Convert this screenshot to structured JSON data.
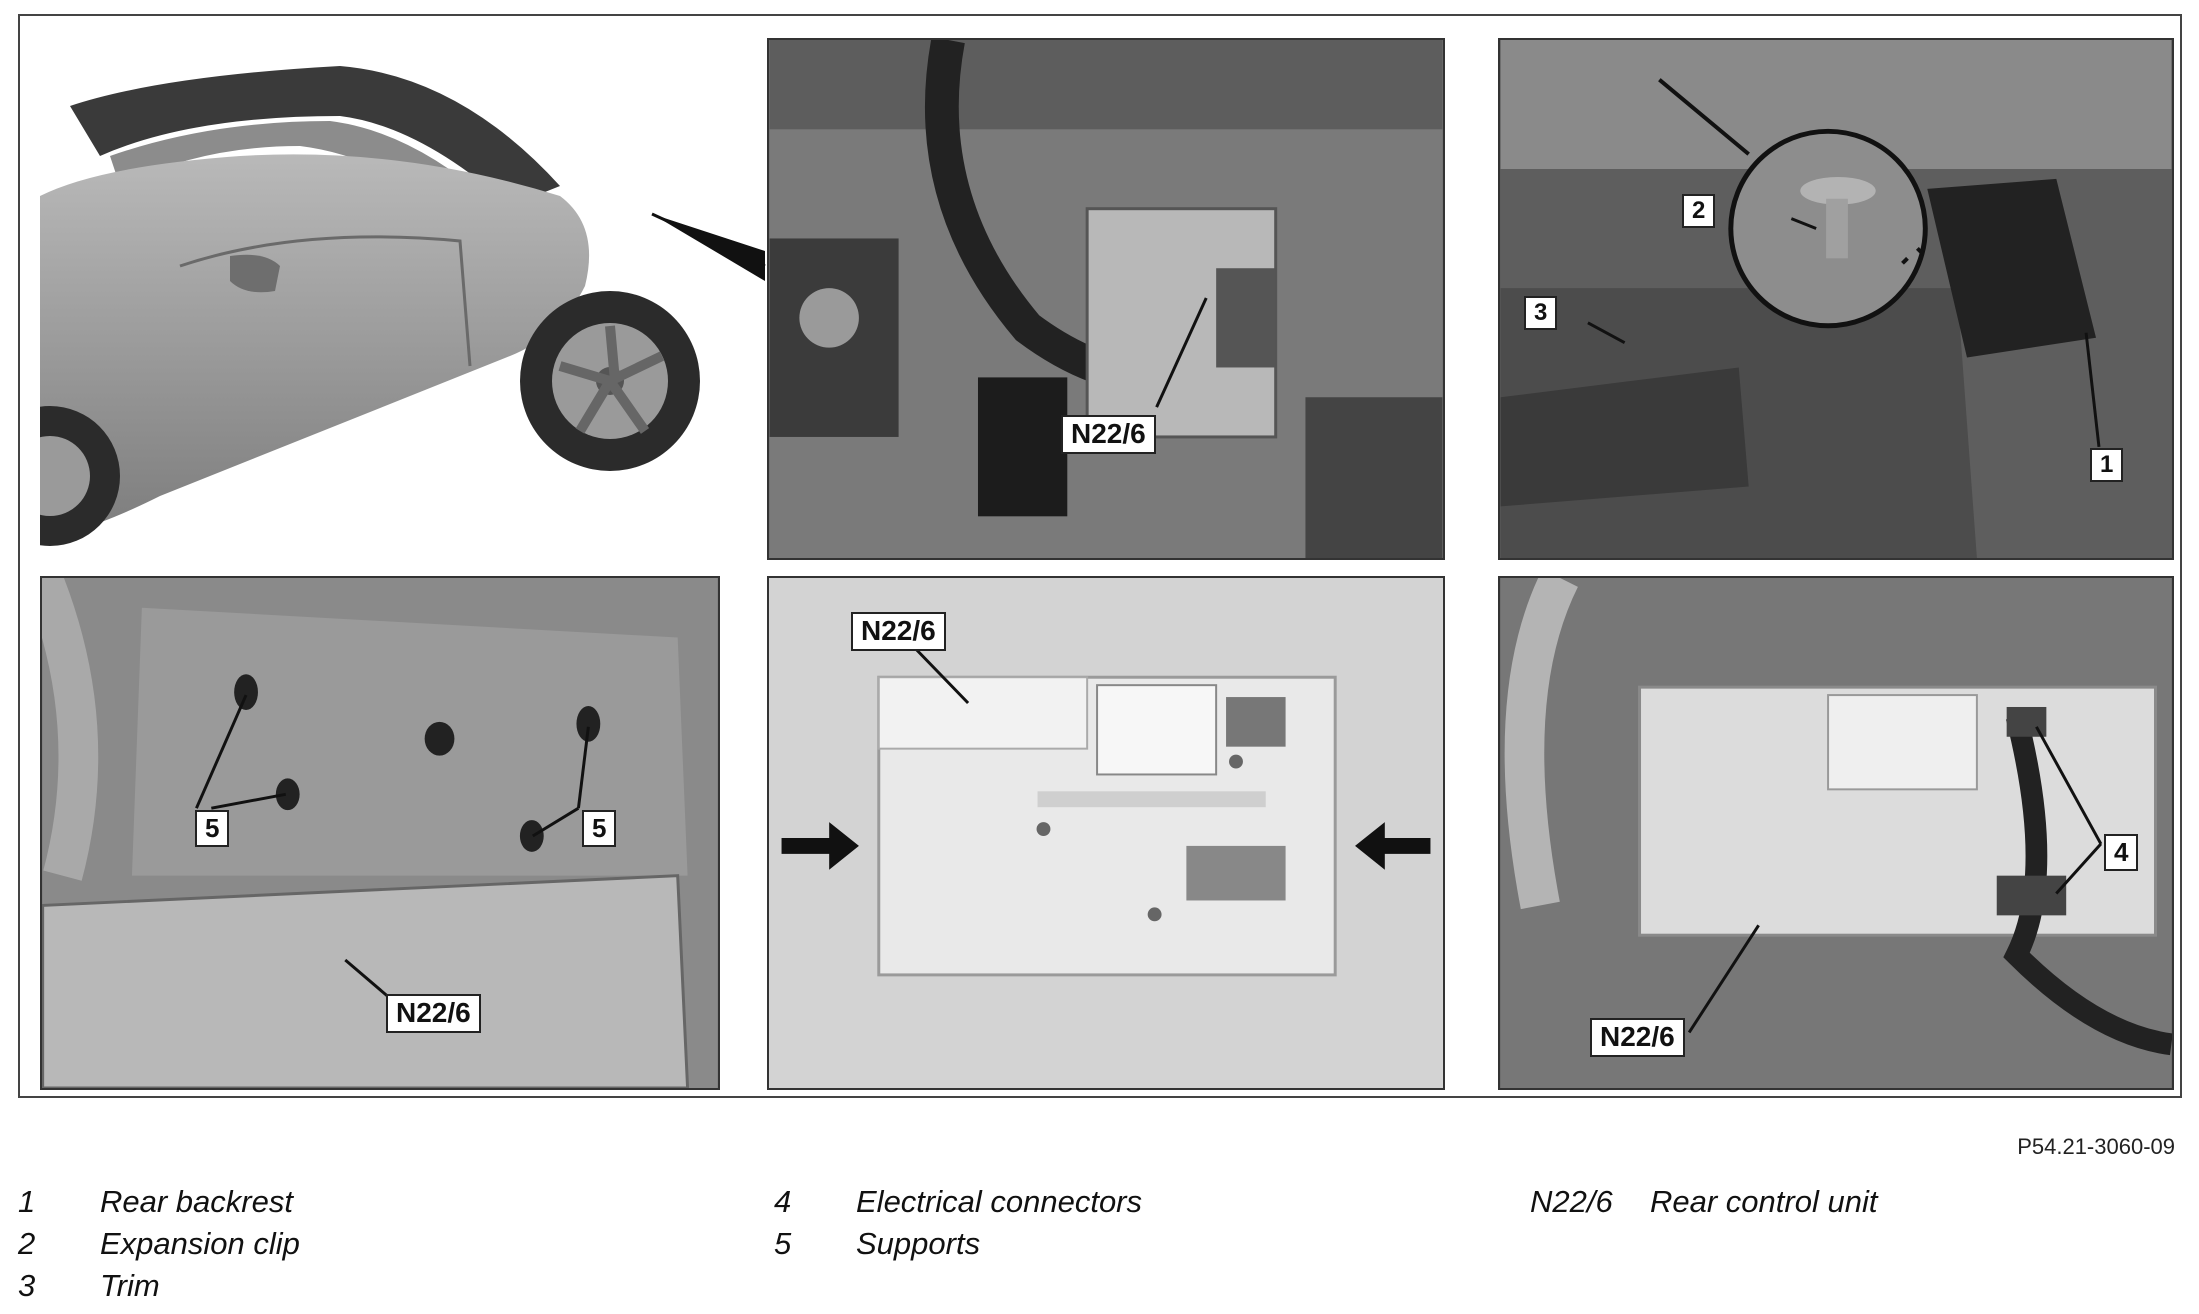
{
  "figure_id": "P54.21-3060-09",
  "panels": {
    "p2": {
      "callout_n22_6": "N22/6"
    },
    "p3": {
      "callout_2": "2",
      "callout_3": "3",
      "callout_1": "1"
    },
    "p4": {
      "callout_5a": "5",
      "callout_5b": "5",
      "callout_n22_6": "N22/6"
    },
    "p5": {
      "callout_n22_6": "N22/6"
    },
    "p6": {
      "callout_4": "4",
      "callout_n22_6": "N22/6"
    }
  },
  "legend": {
    "col1": [
      {
        "num": "1",
        "text": "Rear backrest"
      },
      {
        "num": "2",
        "text": "Expansion clip"
      },
      {
        "num": "3",
        "text": "Trim"
      }
    ],
    "col2": [
      {
        "num": "4",
        "text": "Electrical connectors"
      },
      {
        "num": "5",
        "text": "Supports"
      }
    ],
    "col3": [
      {
        "num": "N22/6",
        "text": "Rear control unit"
      }
    ]
  }
}
